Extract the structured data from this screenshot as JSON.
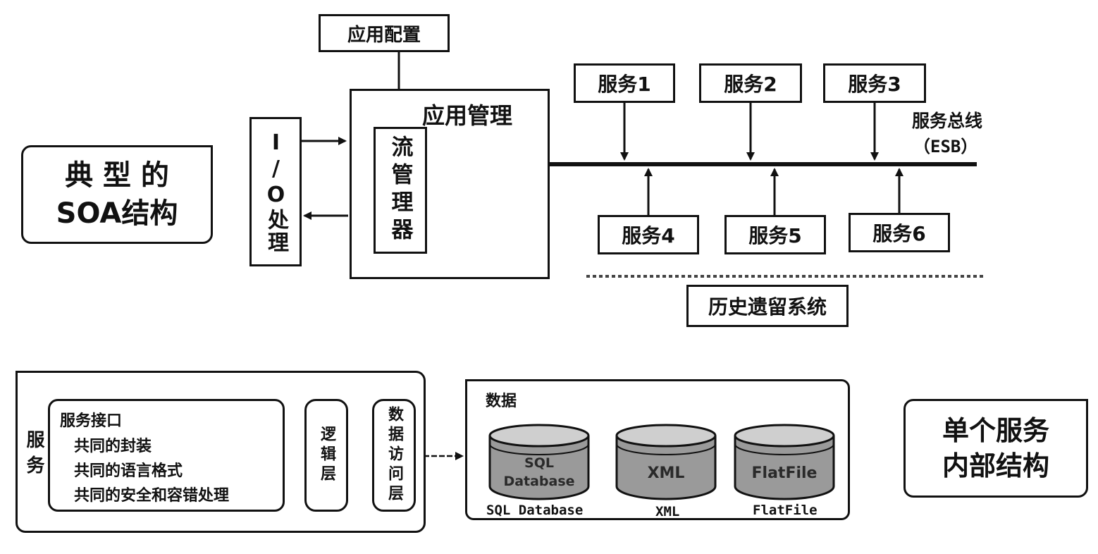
{
  "top": {
    "title_box": "典 型 的\nSOA结构",
    "app_config": "应用配置",
    "app_mgmt": "应用管理",
    "process_mgr": "流管理器",
    "io": "I/O处理",
    "bus_label": "服务总线",
    "bus_sub": "（ESB）",
    "services_top": [
      "服务1",
      "服务2",
      "服务3"
    ],
    "services_bottom": [
      "服务4",
      "服务5",
      "服务6"
    ],
    "history": "历史遗留系统"
  },
  "bottom": {
    "service_label": "服务",
    "interface": {
      "title": "服务接口",
      "items": [
        "共同的封装",
        "共同的语言格式",
        "共同的安全和容错处理"
      ]
    },
    "logic_layer": "逻辑层",
    "data_access": "数据访问层",
    "data_title": "数据",
    "databases": [
      {
        "inner": "SQL Database",
        "label": "SQL Database"
      },
      {
        "inner": "XML",
        "label": "XML"
      },
      {
        "inner": "FlatFile",
        "label": "FlatFile"
      }
    ],
    "caption": "单个服务\n内部结构"
  }
}
